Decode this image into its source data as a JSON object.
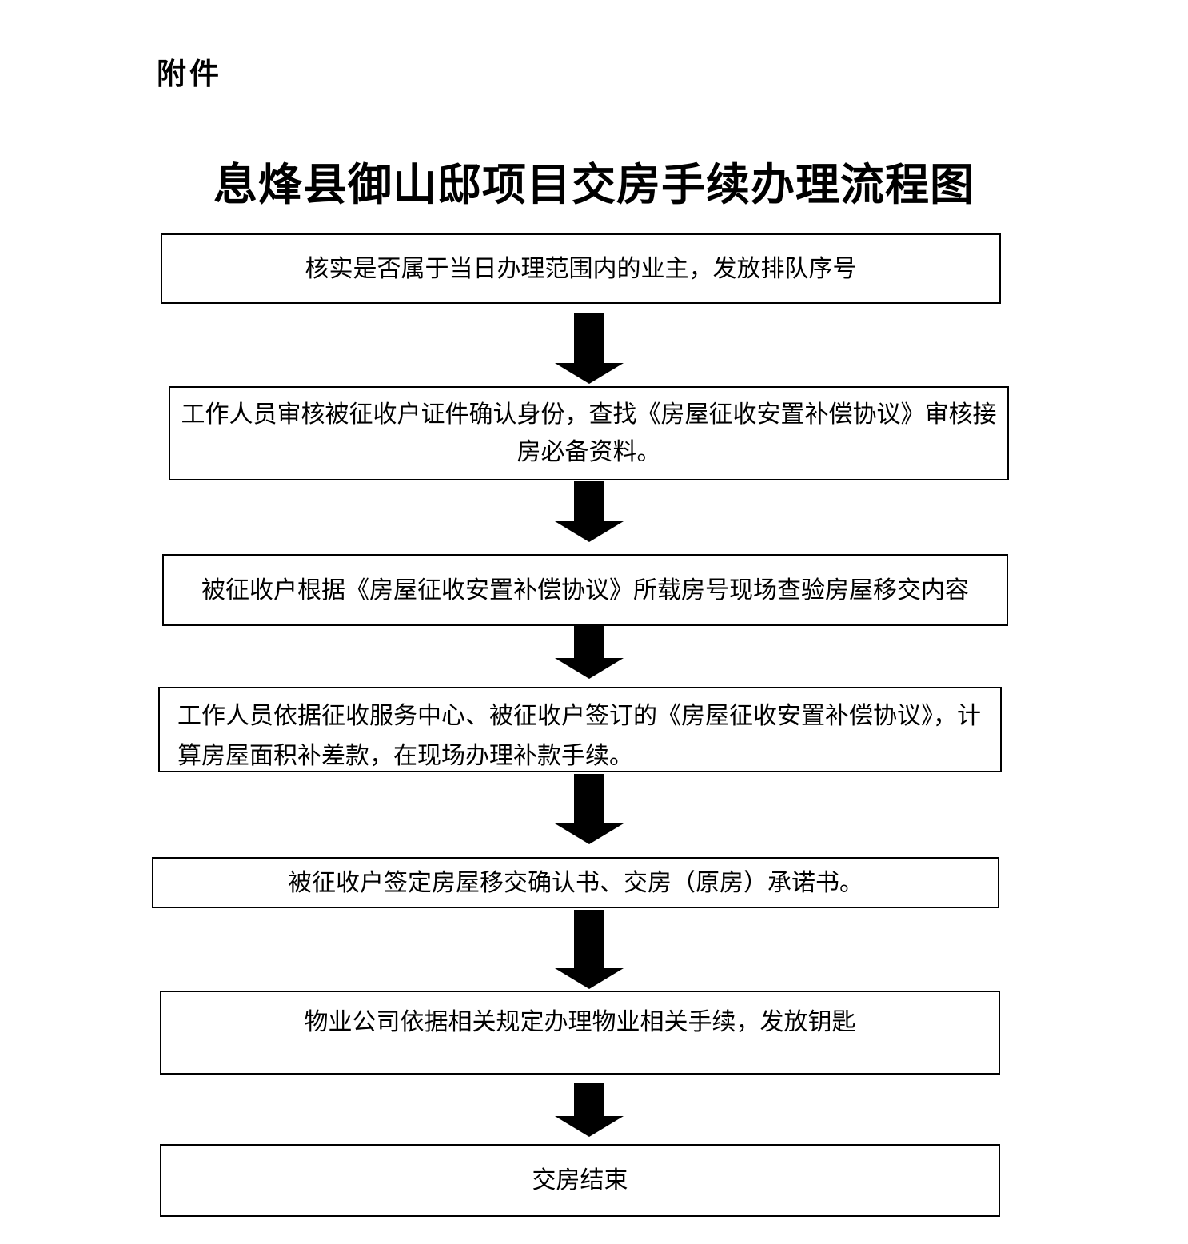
{
  "document": {
    "attachment_label": "附件",
    "title": "息烽县御山邸项目交房手续办理流程图"
  },
  "flowchart": {
    "type": "vertical-flow",
    "steps": [
      {
        "id": "issue-queue-number",
        "text": "核实是否属于当日办理范围内的业主，发放排队序号"
      },
      {
        "id": "verify-identity-documents",
        "text": "工作人员审核被征收户证件确认身份，查找《房屋征收安置补偿协议》审核接房必备资料。"
      },
      {
        "id": "onsite-inspection",
        "text": "被征收户根据《房屋征收安置补偿协议》所载房号现场查验房屋移交内容"
      },
      {
        "id": "calculate-area-difference",
        "text": "工作人员依据征收服务中心、被征收户签订的《房屋征收安置补偿协议》，计算房屋面积补差款，在现场办理补款手续。"
      },
      {
        "id": "sign-confirmation-letters",
        "text": "被征收户签定房屋移交确认书、交房（原房）承诺书。"
      },
      {
        "id": "property-procedures-keys",
        "text": "物业公司依据相关规定办理物业相关手续，发放钥匙"
      },
      {
        "id": "handover-complete",
        "text": "交房结束"
      }
    ],
    "connector_count": 6
  },
  "colors": {
    "page-background": "#ffffff",
    "text": "#000000",
    "box-border": "#000000",
    "arrow-fill": "#000000"
  }
}
